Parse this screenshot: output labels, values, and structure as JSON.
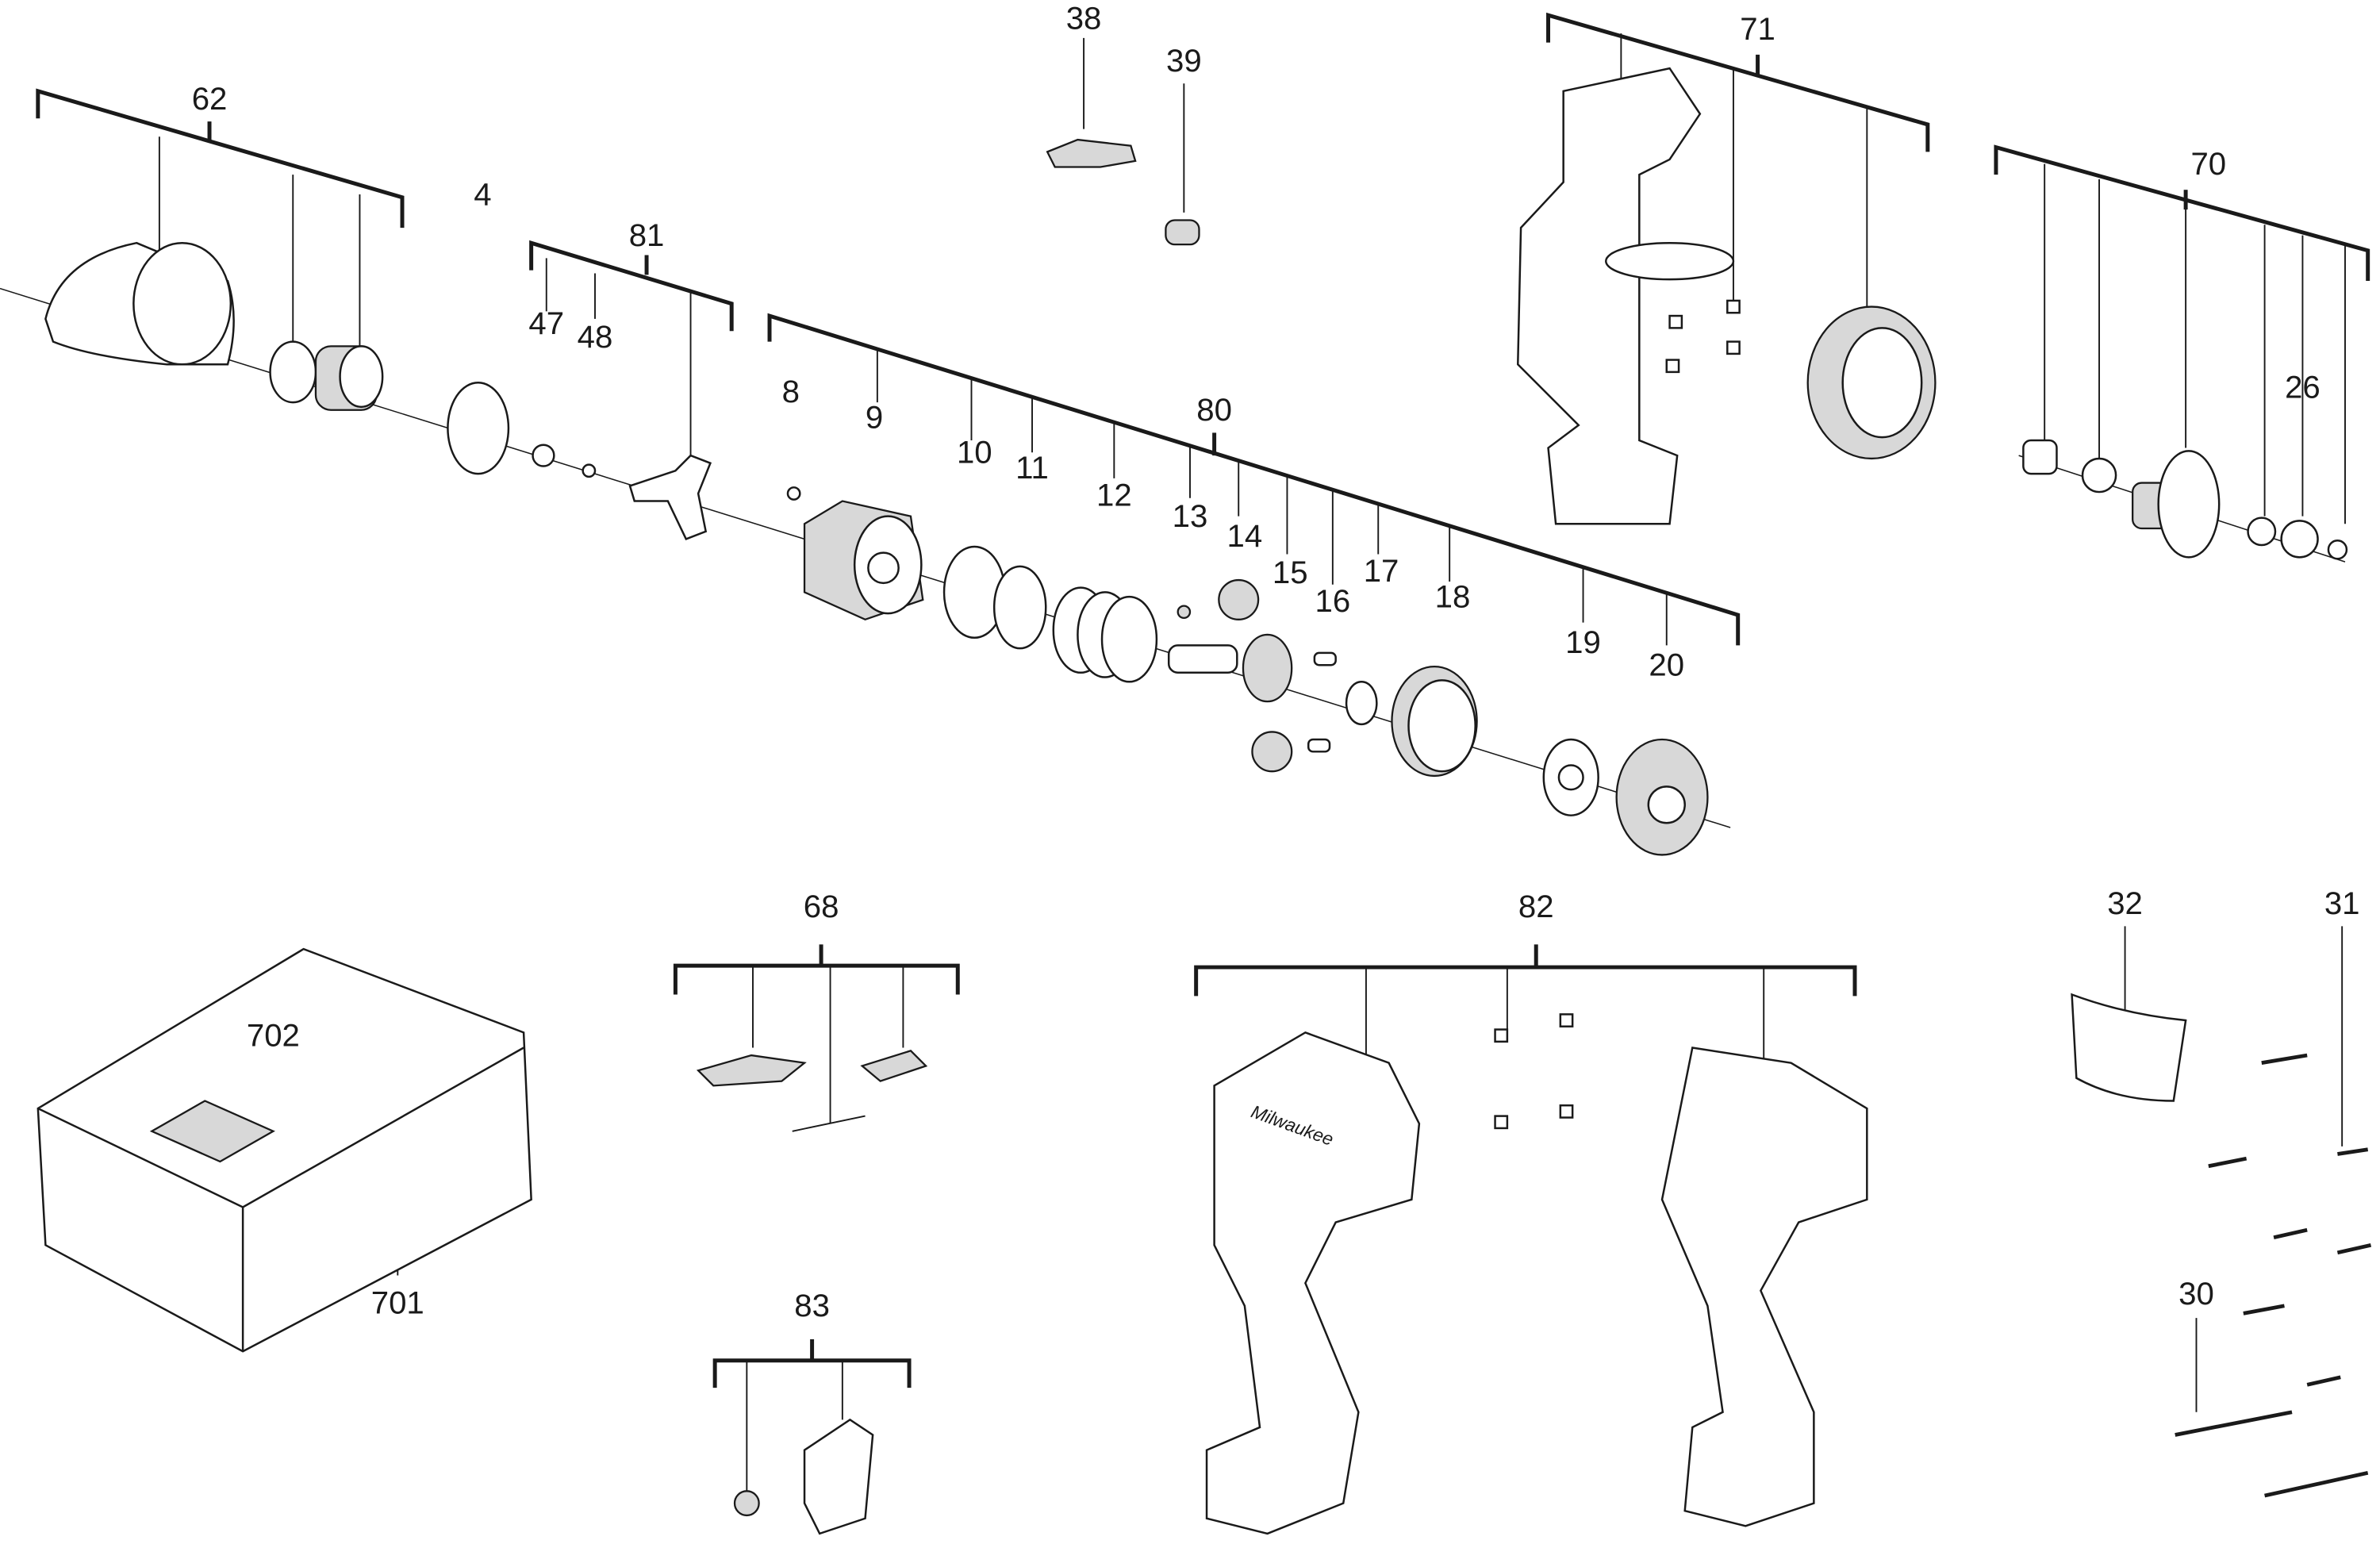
{
  "diagram": {
    "type": "exploded-parts-diagram",
    "part_labels": [
      "38",
      "39",
      "71",
      "62",
      "70",
      "4",
      "81",
      "47",
      "48",
      "8",
      "9",
      "80",
      "26",
      "10",
      "11",
      "12",
      "13",
      "14",
      "15",
      "16",
      "17",
      "18",
      "19",
      "20",
      "68",
      "82",
      "32",
      "31",
      "702",
      "701",
      "30",
      "83"
    ],
    "brand_text_on_housing": "Milwaukee"
  }
}
